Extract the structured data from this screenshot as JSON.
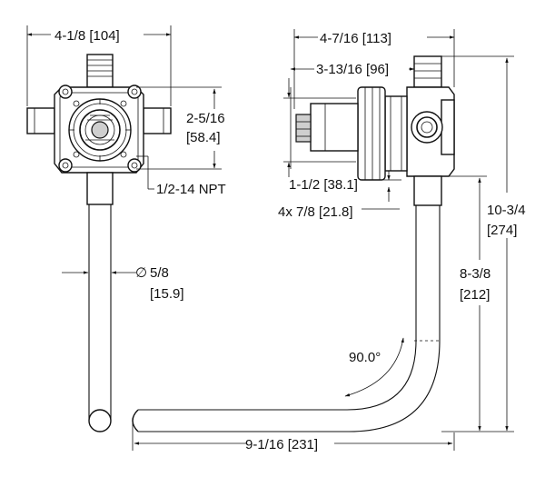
{
  "front_view": {
    "width_label": "4-1/8  [104]",
    "height_imperial": "2-5/16",
    "height_metric": "[58.4]",
    "thread_label": "1/2-14 NPT",
    "diameter_symbol": "∅",
    "diameter_imperial": "5/8",
    "diameter_metric": "[15.9]"
  },
  "side_view": {
    "depth_max_label": "4-7/16  [113]",
    "depth_inner_label": "3-13/16 [96]",
    "offset_label": "1-1/2 [38.1]",
    "screw_label": "4x 7/8 [21.8]",
    "height_total_imperial": "10-3/4",
    "height_total_metric": "[274]",
    "height_tube_imperial": "8-3/8",
    "height_tube_metric": "[212]",
    "bend_angle_label": "90.0°",
    "length_label": "9-1/16 [231]"
  },
  "colors": {
    "line": "#111111",
    "background": "#ffffff"
  }
}
